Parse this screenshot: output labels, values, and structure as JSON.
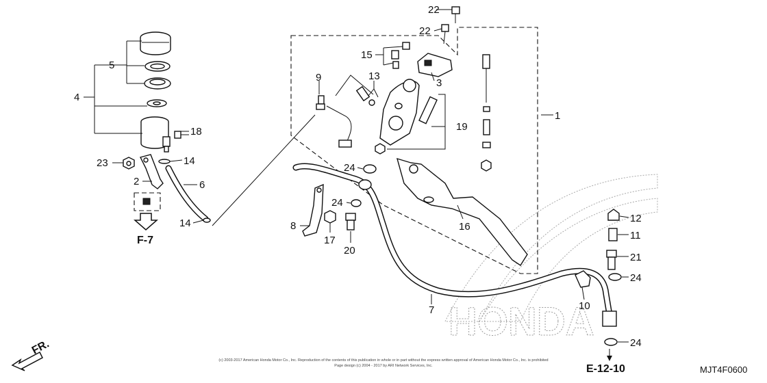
{
  "callouts": {
    "c1": "1",
    "c2": "2",
    "c3": "3",
    "c4": "4",
    "c5": "5",
    "c6": "6",
    "c7": "7",
    "c8": "8",
    "c9": "9",
    "c10": "10",
    "c11": "11",
    "c12": "12",
    "c13": "13",
    "c14a": "14",
    "c14b": "14",
    "c15": "15",
    "c16": "16",
    "c17": "17",
    "c18": "18",
    "c19": "19",
    "c20": "20",
    "c21": "21",
    "c22a": "22",
    "c22b": "22",
    "c23": "23",
    "c24a": "24",
    "c24b": "24",
    "c24c": "24",
    "c24d": "24"
  },
  "references": {
    "f7": "F-7",
    "e1210": "E-12-10",
    "fr": "FR."
  },
  "diagram_code": "MJT4F0600",
  "watermark": "HONDA",
  "copyright_line1": "(c) 2003-2017 American Honda Motor Co., Inc. Reproduction of the contents of this publication in whole or in part without the express written approval of American Honda Motor Co., Inc. is prohibited",
  "copyright_line2": "Page design (c) 2004 - 2017 by ARI Network Services, Inc."
}
